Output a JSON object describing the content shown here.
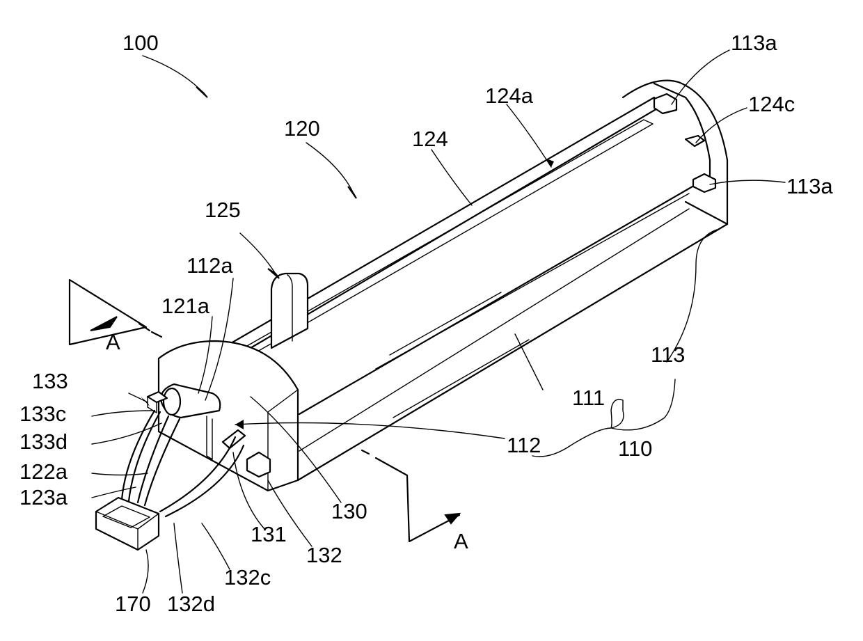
{
  "figure": {
    "labels": {
      "l100": "100",
      "l120": "120",
      "l124": "124",
      "l124a": "124a",
      "l124c": "124c",
      "l113a_top": "113a",
      "l113a_bottom": "113a",
      "l125": "125",
      "l112a": "112a",
      "l121a": "121a",
      "l133": "133",
      "l133c": "133c",
      "l133d": "133d",
      "l122a": "122a",
      "l123a": "123a",
      "l170": "170",
      "l132d": "132d",
      "l132c": "132c",
      "l131": "131",
      "l132": "132",
      "l130": "130",
      "l112": "112",
      "l111": "111",
      "l113": "113",
      "l110": "110",
      "sectionA_left": "A",
      "sectionA_right": "A"
    }
  }
}
